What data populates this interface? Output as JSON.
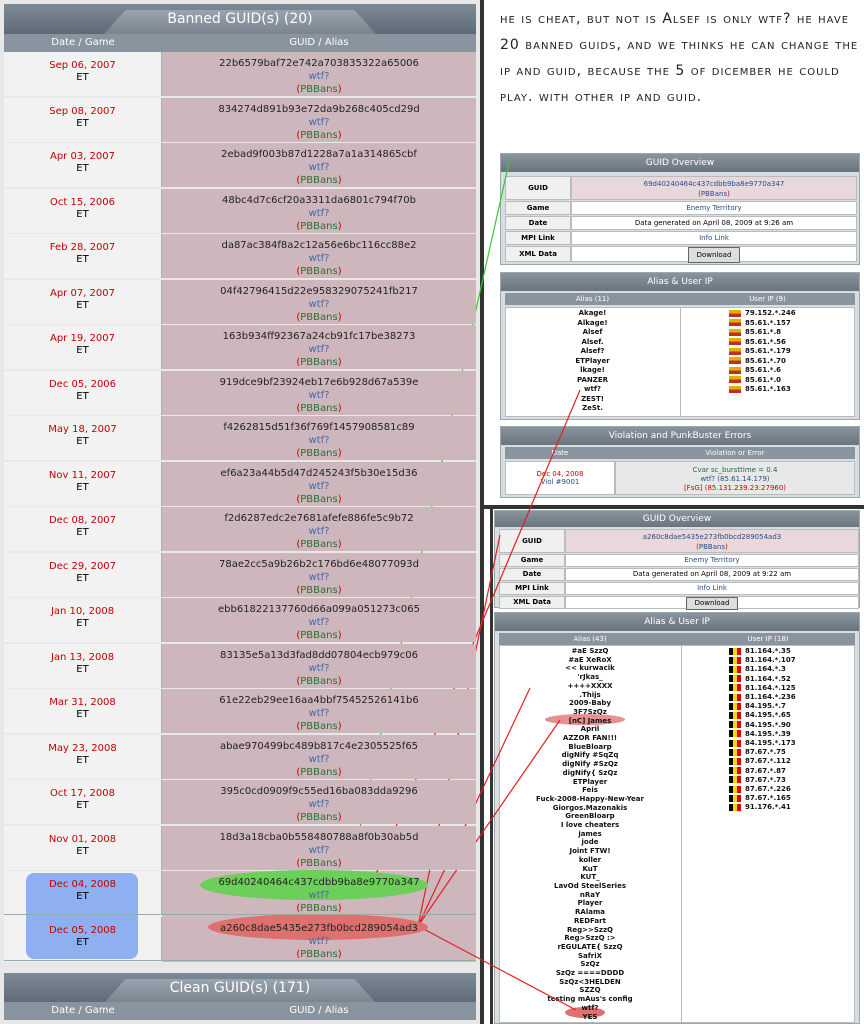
{
  "banned": {
    "title": "Banned GUID(s) (20)",
    "col_date": "Date / Game",
    "col_guid": "GUID / Alias",
    "rows": [
      {
        "date": "Sep 06, 2007",
        "game": "ET",
        "guid": "22b6579baf72e742a703835322a65006",
        "alias": "wtf?",
        "pb": "PBBans"
      },
      {
        "date": "Sep 08, 2007",
        "game": "ET",
        "guid": "834274d891b93e72da9b268c405cd29d",
        "alias": "wtf?",
        "pb": "PBBans"
      },
      {
        "date": "Apr 03, 2007",
        "game": "ET",
        "guid": "2ebad9f003b87d1228a7a1a314865cbf",
        "alias": "wtf?",
        "pb": "PBBans"
      },
      {
        "date": "Oct 15, 2006",
        "game": "ET",
        "guid": "48bc4d7c6cf20a3311da6801c794f70b",
        "alias": "wtf?",
        "pb": "PBBans"
      },
      {
        "date": "Feb 28, 2007",
        "game": "ET",
        "guid": "da87ac384f8a2c12a56e6bc116cc88e2",
        "alias": "wtf?",
        "pb": "PBBans"
      },
      {
        "date": "Apr 07, 2007",
        "game": "ET",
        "guid": "04f42796415d22e958329075241fb217",
        "alias": "wtf?",
        "pb": "PBBans"
      },
      {
        "date": "Apr 19, 2007",
        "game": "ET",
        "guid": "163b934ff92367a24cb91fc17be38273",
        "alias": "wtf?",
        "pb": "PBBans"
      },
      {
        "date": "Dec 05, 2006",
        "game": "ET",
        "guid": "919dce9bf23924eb17e6b928d67a539e",
        "alias": "wtf?",
        "pb": "PBBans"
      },
      {
        "date": "May 18, 2007",
        "game": "ET",
        "guid": "f4262815d51f36f769f1457908581c89",
        "alias": "wtf?",
        "pb": "PBBans"
      },
      {
        "date": "Nov 11, 2007",
        "game": "ET",
        "guid": "ef6a23a44b5d47d245243f5b30e15d36",
        "alias": "wtf?",
        "pb": "PBBans"
      },
      {
        "date": "Dec 08, 2007",
        "game": "ET",
        "guid": "f2d6287edc2e7681afefe886fe5c9b72",
        "alias": "wtf?",
        "pb": "PBBans"
      },
      {
        "date": "Dec 29, 2007",
        "game": "ET",
        "guid": "78ae2cc5a9b26b2c176bd6e48077093d",
        "alias": "wtf?",
        "pb": "PBBans"
      },
      {
        "date": "Jan 10, 2008",
        "game": "ET",
        "guid": "ebb61822137760d66a099a051273c065",
        "alias": "wtf?",
        "pb": "PBBans"
      },
      {
        "date": "Jan 13, 2008",
        "game": "ET",
        "guid": "83135e5a13d3fad8dd07804ecb979c06",
        "alias": "wtf?",
        "pb": "PBBans"
      },
      {
        "date": "Mar 31, 2008",
        "game": "ET",
        "guid": "61e22eb29ee16aa4bbf75452526141b6",
        "alias": "wtf?",
        "pb": "PBBans"
      },
      {
        "date": "May 23, 2008",
        "game": "ET",
        "guid": "abae970499bc489b817c4e2305525f65",
        "alias": "wtf?",
        "pb": "PBBans"
      },
      {
        "date": "Oct 17, 2008",
        "game": "ET",
        "guid": "395c0cd0909f9c55ed16ba083dda9296",
        "alias": "wtf?",
        "pb": "PBBans"
      },
      {
        "date": "Nov 01, 2008",
        "game": "ET",
        "guid": "18d3a18cba0b558480788a8f0b30ab5d",
        "alias": "wtf?",
        "pb": "PBBans"
      },
      {
        "date": "Dec 04, 2008",
        "game": "ET",
        "guid": "69d40240464c437cdbb9ba8e9770a347",
        "alias": "wtf?",
        "pb": "PBBans"
      },
      {
        "date": "Dec 05, 2008",
        "game": "ET",
        "guid": "a260c8dae5435e273fb0bcd289054ad3",
        "alias": "wtf?",
        "pb": "PBBans"
      }
    ]
  },
  "clean": {
    "title": "Clean GUID(s) (171)",
    "col_date": "Date / Game",
    "col_guid": "GUID / Alias"
  },
  "caption": "he is cheat, but not is Alsef is only wtf? he have 20 banned guids, and we thinks he can change the ip and guid, because the 5 of dicember he could play. with other ip and guid.",
  "overview1": {
    "title": "GUID Overview",
    "guid_label": "GUID",
    "guid": "69d40240464c437cdbb9ba8e9770a347",
    "pb": "PBBans",
    "game_label": "Game",
    "game": "Enemy Territory",
    "date_label": "Date",
    "date": "Data generated on April 08, 2009 at 9:26 am",
    "mpi_label": "MPI Link",
    "mpi": "Info Link",
    "xml_label": "XML Data",
    "xml": "Download"
  },
  "alias1": {
    "title": "Alias & User IP",
    "col_alias": "Alias (11)",
    "col_ip": "User IP (9)",
    "aliases": [
      "Akage!",
      "Alkage!",
      "Alsef",
      "Alsef.",
      "Alsef?",
      "ETPlayer",
      "lkage!",
      "PANZER",
      "wtf?",
      "ZEST!",
      "ZeSt."
    ],
    "ips": [
      "79.152.*.246",
      "85.61.*.157",
      "85.61.*.8",
      "85.61.*.56",
      "85.61.*.179",
      "85.61.*.70",
      "85.61.*.6",
      "85.61.*.0",
      "85.61.*.163"
    ]
  },
  "violation": {
    "title": "Violation and PunkBuster Errors",
    "col_date": "Date",
    "col_err": "Violation or Error",
    "date": "Dec 04, 2008",
    "viol": "Viol #9001",
    "line1": "Cvar sc_bursttime = 0.4",
    "line2": "wtf? (85.61.14.179)",
    "line3": "[FsG] (85.131.239.23:27960)"
  },
  "overview2": {
    "title": "GUID Overview",
    "guid_label": "GUID",
    "guid": "a260c8dae5435e273fb0bcd289054ad3",
    "pb": "PBBans",
    "game_label": "Game",
    "game": "Enemy Territory",
    "date_label": "Date",
    "date": "Data generated on April 08, 2009 at 9:22 am",
    "mpi_label": "MPI Link",
    "mpi": "Info Link",
    "xml_label": "XML Data",
    "xml": "Download"
  },
  "alias2": {
    "title": "Alias & User IP",
    "col_alias": "Alias (43)",
    "col_ip": "User IP (18)",
    "aliases": [
      "#aE SzzQ",
      "#aE XeRoX",
      "<< kurwacik",
      "'rJkas_",
      "++++XXXX",
      ".Thijs",
      "2009-Baby",
      "3F7SzQz",
      "[nC] James",
      "April",
      "AZZOR FAN!!!",
      "BlueBloarp",
      "digNify #SqZq",
      "digNify #SzQz",
      "digNify{ SzQz",
      "ETPlayer",
      "Feis",
      "Fuck-2008-Happy-New-Year",
      "Giorgos.Mazonakis",
      "GreenBloarp",
      "I love cheaters",
      "james",
      "jode",
      "Joint FTW!",
      "koller",
      "KuT",
      "KUT_",
      "LavOd SteelSeries",
      "nRaY",
      "Player",
      "RAlama",
      "REDFart",
      "Reg>>SzzQ",
      "Reg>SzzQ :>",
      "rEGULATE{ SzzQ",
      "SafriX",
      "SzQz",
      "SzQz ====DDDD",
      "SzQz<3HELDEN",
      "SZZQ",
      "testing mAus's config",
      "wtf?",
      "YES"
    ],
    "ips": [
      "81.164.*.35",
      "81.164.*.107",
      "81.164.*.3",
      "81.164.*.52",
      "81.164.*.125",
      "81.164.*.236",
      "84.195.*.7",
      "84.195.*.65",
      "84.195.*.90",
      "84.195.*.39",
      "84.195.*.173",
      "87.67.*.75",
      "87.67.*.112",
      "87.67.*.87",
      "87.67.*.73",
      "87.67.*.226",
      "87.67.*.165",
      "91.176.*.41"
    ]
  }
}
